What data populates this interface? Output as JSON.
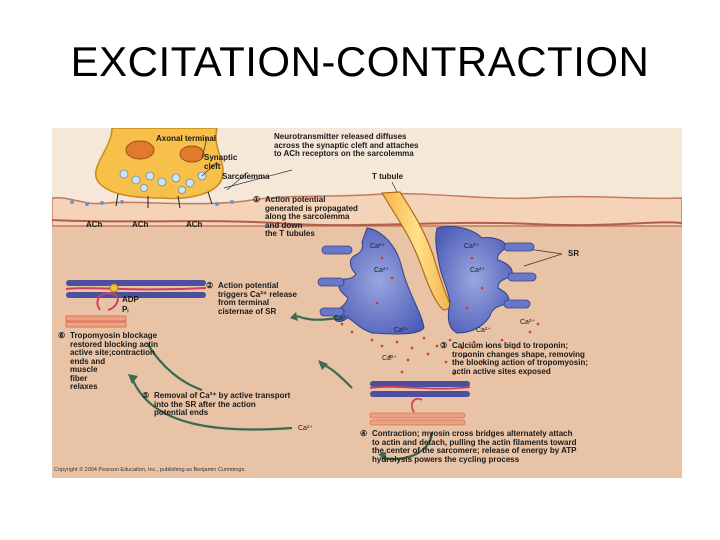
{
  "title": "EXCITATION-CONTRACTION",
  "labels": {
    "axonal_terminal": "Axonal terminal",
    "synaptic_cleft": "Synaptic\ncleft",
    "sarcolemma": "Sarcolemma",
    "t_tubule": "T tubule",
    "neurotransmitter": "Neurotransmitter released diffuses\nacross the synaptic cleft and attaches\nto ACh receptors on the sarcolemma",
    "ach": "ACh",
    "sr": "SR",
    "ca": "Ca²⁺",
    "adp": "ADP",
    "pi": "Pᵢ"
  },
  "steps": [
    {
      "num": "1",
      "text": "Action potential\ngenerated is propagated\nalong the sarcolemma\nand down\nthe T tubules"
    },
    {
      "num": "2",
      "text": "Action potential\ntriggers Ca²⁺ release\nfrom terminal\ncisternae of SR"
    },
    {
      "num": "3",
      "text": "Calcium ions bind to troponin;\ntroponin changes shape, removing\nthe blocking action of tropomyosin;\nactin active sites exposed"
    },
    {
      "num": "4",
      "text": "Contraction; myosin cross bridges alternately attach\nto actin and detach, pulling the actin filaments toward\nthe center of the sarcomere; release of energy by ATP\nhydrolysis powers the cycling process"
    },
    {
      "num": "5",
      "text": "Removal of Ca²⁺ by active transport\ninto the SR after the action\npotential ends"
    },
    {
      "num": "6",
      "text": "Tropomyosin blockage\nrestored blocking actin\nactive site;contraction\nends and\nmuscle\nfiber\nrelaxes"
    }
  ],
  "copyright": "Copyright © 2004 Pearson Education, Inc., publishing as Benjamin Cummings."
}
